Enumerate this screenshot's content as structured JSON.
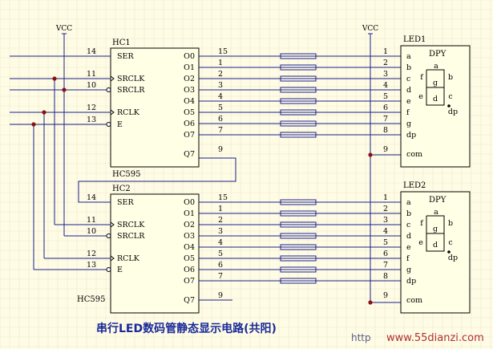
{
  "title": "串行LED数码管静态显示电路(共阳)",
  "watermark": "www.55dianzi.com",
  "watermark_prefix": "http",
  "vcc_label": "VCC",
  "colors": {
    "wire": "#1a1f8c",
    "background": "#fffce6",
    "chip_fill": "#ffffe6",
    "resistor": "#1a1f8c",
    "title": "#1a2a9a"
  },
  "chips": [
    {
      "name": "HC1",
      "part": "HC595",
      "left_pins": [
        {
          "num": "14",
          "label": "SER"
        },
        {
          "num": "11",
          "label": "SRCLK"
        },
        {
          "num": "10",
          "label": "SRCLR"
        },
        {
          "num": "12",
          "label": "RCLK"
        },
        {
          "num": "13",
          "label": "E"
        }
      ],
      "right_pins": [
        {
          "num": "15",
          "label": "O0"
        },
        {
          "num": "1",
          "label": "O1"
        },
        {
          "num": "2",
          "label": "O2"
        },
        {
          "num": "3",
          "label": "O3"
        },
        {
          "num": "4",
          "label": "O4"
        },
        {
          "num": "5",
          "label": "O5"
        },
        {
          "num": "6",
          "label": "O6"
        },
        {
          "num": "7",
          "label": "O7"
        },
        {
          "num": "9",
          "label": "Q7"
        }
      ]
    },
    {
      "name": "HC2",
      "part": "HC595",
      "left_pins": [
        {
          "num": "14",
          "label": "SER"
        },
        {
          "num": "11",
          "label": "SRCLK"
        },
        {
          "num": "10",
          "label": "SRCLR"
        },
        {
          "num": "12",
          "label": "RCLK"
        },
        {
          "num": "13",
          "label": "E"
        }
      ],
      "right_pins": [
        {
          "num": "15",
          "label": "O0"
        },
        {
          "num": "1",
          "label": "O1"
        },
        {
          "num": "2",
          "label": "O2"
        },
        {
          "num": "3",
          "label": "O3"
        },
        {
          "num": "4",
          "label": "O4"
        },
        {
          "num": "5",
          "label": "O5"
        },
        {
          "num": "6",
          "label": "O6"
        },
        {
          "num": "7",
          "label": "O7"
        },
        {
          "num": "9",
          "label": "Q7"
        }
      ]
    }
  ],
  "leds": [
    {
      "name": "LED1",
      "type": "DPY",
      "pins": [
        {
          "num": "1",
          "label": "a"
        },
        {
          "num": "2",
          "label": "b"
        },
        {
          "num": "3",
          "label": "c"
        },
        {
          "num": "4",
          "label": "d"
        },
        {
          "num": "5",
          "label": "e"
        },
        {
          "num": "6",
          "label": "f"
        },
        {
          "num": "7",
          "label": "g"
        },
        {
          "num": "8",
          "label": "dp"
        },
        {
          "num": "9",
          "label": "com"
        }
      ],
      "segments": [
        "a",
        "b",
        "c",
        "d",
        "e",
        "f",
        "g",
        "dp"
      ]
    },
    {
      "name": "LED2",
      "type": "DPY",
      "pins": [
        {
          "num": "1",
          "label": "a"
        },
        {
          "num": "2",
          "label": "b"
        },
        {
          "num": "3",
          "label": "c"
        },
        {
          "num": "4",
          "label": "d"
        },
        {
          "num": "5",
          "label": "e"
        },
        {
          "num": "6",
          "label": "f"
        },
        {
          "num": "7",
          "label": "g"
        },
        {
          "num": "8",
          "label": "dp"
        },
        {
          "num": "9",
          "label": "com"
        }
      ],
      "segments": [
        "a",
        "b",
        "c",
        "d",
        "e",
        "f",
        "g",
        "dp"
      ]
    }
  ]
}
